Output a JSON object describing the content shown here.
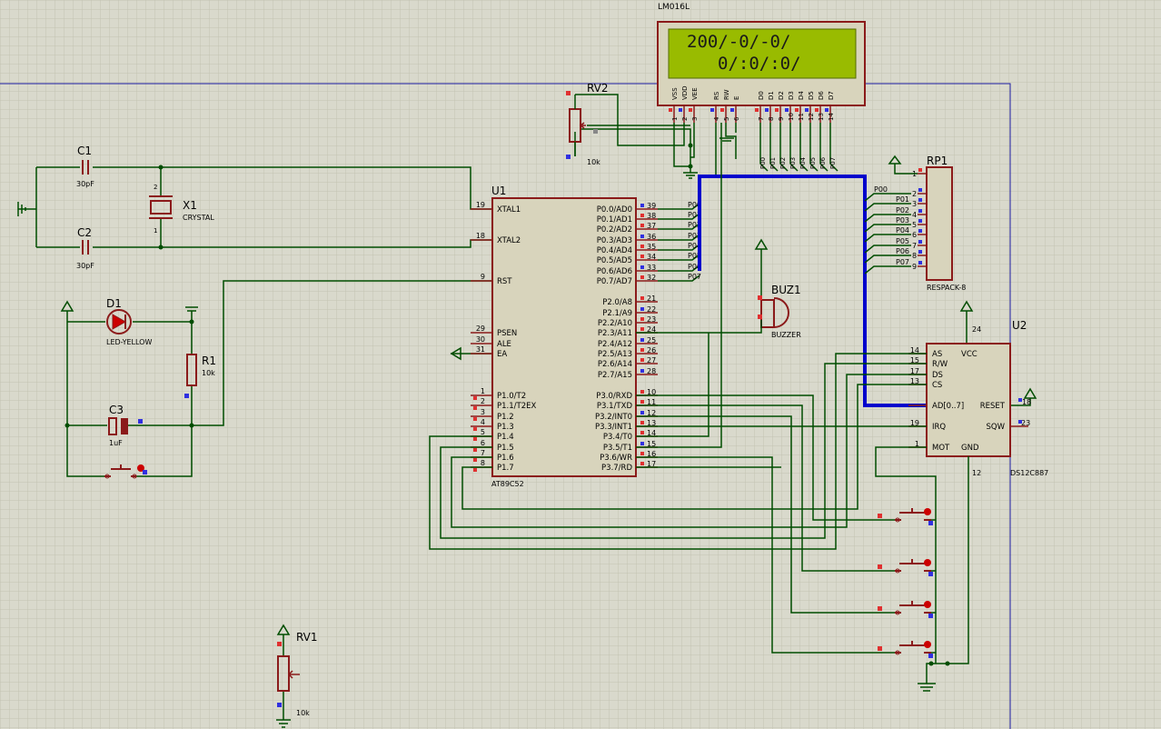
{
  "lcd": {
    "name": "LM016L",
    "line1": "200/-0/-0/",
    "line2": "0/:0/:0/",
    "pins": [
      "VSS",
      "VDD",
      "VEE",
      "RS",
      "RW",
      "E",
      "D0",
      "D1",
      "D2",
      "D3",
      "D4",
      "D5",
      "D6",
      "D7"
    ],
    "pin_nums": [
      "1",
      "2",
      "3",
      "4",
      "5",
      "6",
      "7",
      "8",
      "9",
      "10",
      "11",
      "12",
      "13",
      "14"
    ]
  },
  "lcd_bus_labels": [
    "P00",
    "P01",
    "P02",
    "P03",
    "P04",
    "P05",
    "P06",
    "P07"
  ],
  "rv2": {
    "ref": "RV2",
    "value": "10k"
  },
  "rv1": {
    "ref": "RV1",
    "value": "10k"
  },
  "c1": {
    "ref": "C1",
    "value": "30pF"
  },
  "c2": {
    "ref": "C2",
    "value": "30pF"
  },
  "c3": {
    "ref": "C3",
    "value": "1uF"
  },
  "x1": {
    "ref": "X1",
    "value": "CRYSTAL",
    "pin1": "1",
    "pin2": "2"
  },
  "d1": {
    "ref": "D1",
    "value": "LED-YELLOW"
  },
  "r1": {
    "ref": "R1",
    "value": "10k"
  },
  "buz1": {
    "ref": "BUZ1",
    "value": "BUZZER"
  },
  "rp1": {
    "ref": "RP1",
    "value": "RESPACK-8",
    "labels": [
      "P00",
      "P01",
      "P02",
      "P03",
      "P04",
      "P05",
      "P06",
      "P07"
    ],
    "pins": [
      "1",
      "2",
      "3",
      "4",
      "5",
      "6",
      "7",
      "8",
      "9"
    ]
  },
  "u1": {
    "ref": "U1",
    "part": "AT89C52",
    "left_pins": [
      {
        "num": "19",
        "name": "XTAL1"
      },
      {
        "num": "18",
        "name": "XTAL2"
      },
      {
        "num": "9",
        "name": "RST"
      },
      {
        "num": "29",
        "name": "PSEN"
      },
      {
        "num": "30",
        "name": "ALE"
      },
      {
        "num": "31",
        "name": "EA"
      },
      {
        "num": "1",
        "name": "P1.0/T2"
      },
      {
        "num": "2",
        "name": "P1.1/T2EX"
      },
      {
        "num": "3",
        "name": "P1.2"
      },
      {
        "num": "4",
        "name": "P1.3"
      },
      {
        "num": "5",
        "name": "P1.4"
      },
      {
        "num": "6",
        "name": "P1.5"
      },
      {
        "num": "7",
        "name": "P1.6"
      },
      {
        "num": "8",
        "name": "P1.7"
      }
    ],
    "right_pins": [
      {
        "num": "39",
        "name": "P0.0/AD0"
      },
      {
        "num": "38",
        "name": "P0.1/AD1"
      },
      {
        "num": "37",
        "name": "P0.2/AD2"
      },
      {
        "num": "36",
        "name": "P0.3/AD3"
      },
      {
        "num": "35",
        "name": "P0.4/AD4"
      },
      {
        "num": "34",
        "name": "P0.5/AD5"
      },
      {
        "num": "33",
        "name": "P0.6/AD6"
      },
      {
        "num": "32",
        "name": "P0.7/AD7"
      },
      {
        "num": "21",
        "name": "P2.0/A8"
      },
      {
        "num": "22",
        "name": "P2.1/A9"
      },
      {
        "num": "23",
        "name": "P2.2/A10"
      },
      {
        "num": "24",
        "name": "P2.3/A11"
      },
      {
        "num": "25",
        "name": "P2.4/A12"
      },
      {
        "num": "26",
        "name": "P2.5/A13"
      },
      {
        "num": "27",
        "name": "P2.6/A14"
      },
      {
        "num": "28",
        "name": "P2.7/A15"
      },
      {
        "num": "10",
        "name": "P3.0/RXD"
      },
      {
        "num": "11",
        "name": "P3.1/TXD"
      },
      {
        "num": "12",
        "name": "P3.2/INT0"
      },
      {
        "num": "13",
        "name": "P3.3/INT1"
      },
      {
        "num": "14",
        "name": "P3.4/T0"
      },
      {
        "num": "15",
        "name": "P3.5/T1"
      },
      {
        "num": "16",
        "name": "P3.6/WR"
      },
      {
        "num": "17",
        "name": "P3.7/RD"
      }
    ]
  },
  "u2": {
    "ref": "U2",
    "part": "DS12C887",
    "left_pins": [
      {
        "num": "14",
        "name": "AS"
      },
      {
        "num": "15",
        "name": "R/W"
      },
      {
        "num": "17",
        "name": "DS"
      },
      {
        "num": "13",
        "name": "CS"
      },
      {
        "num": "",
        "name": "AD[0..7]"
      },
      {
        "num": "19",
        "name": "IRQ"
      },
      {
        "num": "1",
        "name": "MOT"
      }
    ],
    "right_pins": [
      {
        "num": "24",
        "name": "VCC"
      },
      {
        "num": "18",
        "name": "RESET"
      },
      {
        "num": "23",
        "name": "SQW"
      },
      {
        "num": "12",
        "name": "GND"
      }
    ]
  },
  "u1_bus_labels": [
    "P00",
    "P01",
    "P02",
    "P03",
    "P04",
    "P05",
    "P06",
    "P07"
  ],
  "colors": {
    "background": "#d9d9cc",
    "grid": "#c4c4b4",
    "component": "#8b1a1a",
    "body_fill": "#d8d4bc",
    "wire": "#004d00",
    "bus": "#0000cc",
    "lcd_screen": "#99bb00",
    "pin_red": "#e03030",
    "pin_blue": "#3030e0"
  }
}
